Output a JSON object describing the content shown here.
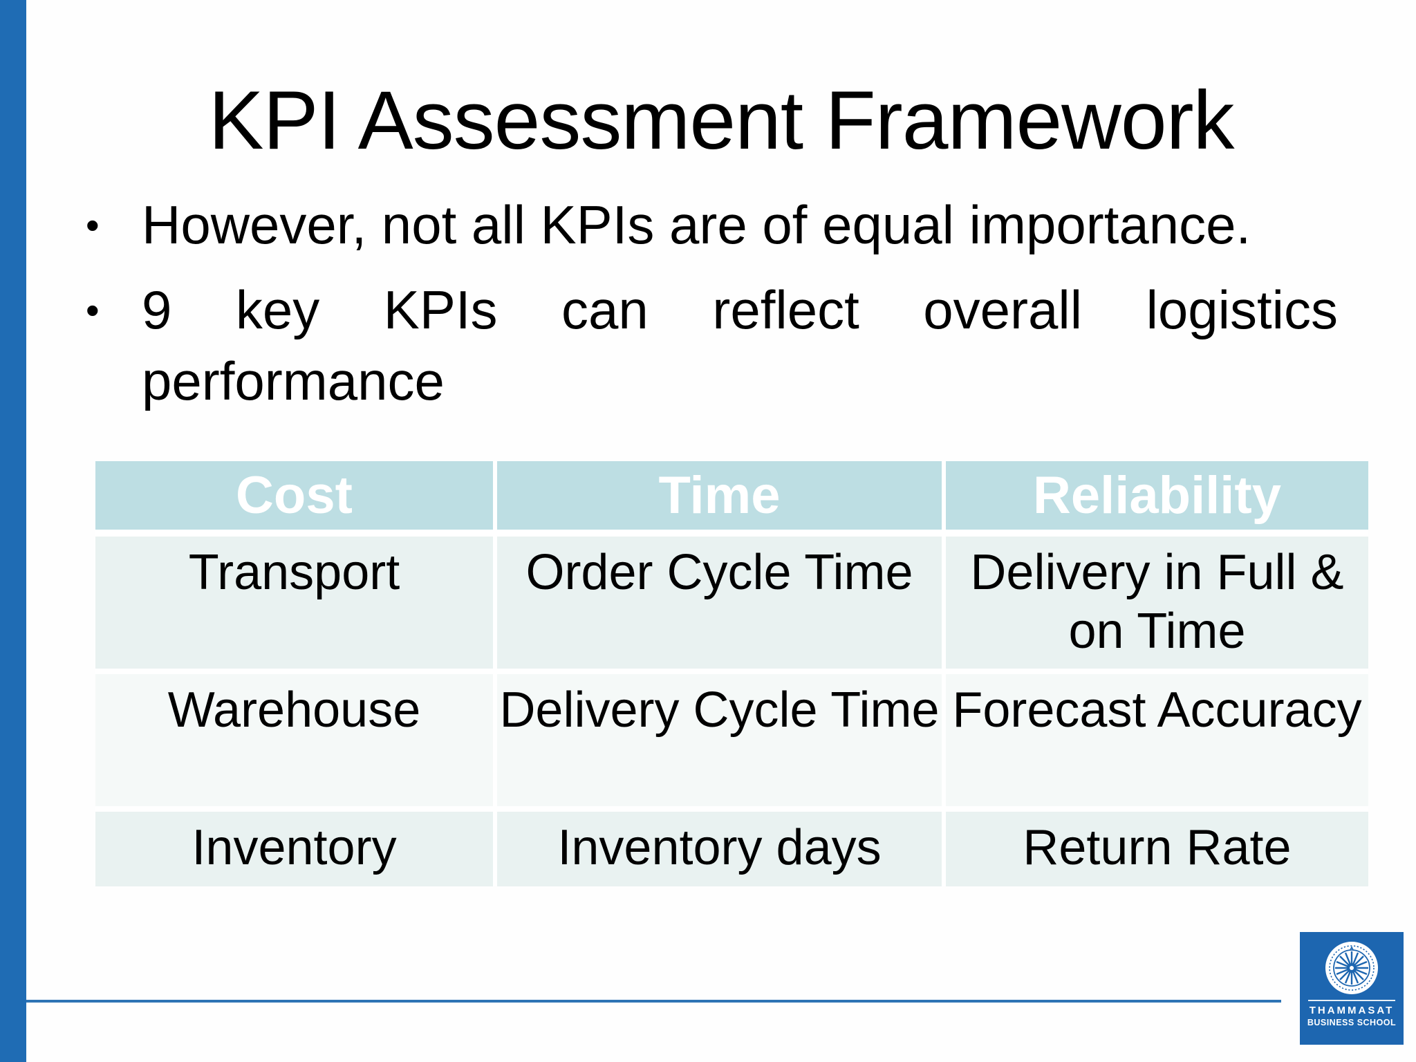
{
  "slide": {
    "title": "KPI Assessment Framework",
    "bullets": [
      "However, not all KPIs are of equal importance.",
      "9 key KPIs can reflect overall logistics performance"
    ],
    "bullet_marker": "•"
  },
  "table": {
    "headers": [
      "Cost",
      "Time",
      "Reliability"
    ],
    "rows": [
      [
        "Transport",
        "Order Cycle Time",
        "Delivery in Full & on Time"
      ],
      [
        "Warehouse",
        "Delivery Cycle Time",
        "Forecast Accuracy"
      ],
      [
        "Inventory",
        "Inventory days",
        "Return Rate"
      ]
    ]
  },
  "logo": {
    "name": "THAMMASAT",
    "subname": "BUSINESS SCHOOL"
  },
  "colors": {
    "accent_blue": "#1f6cb4",
    "divider_blue": "#2e74b5",
    "logo_blue": "#1d66b0",
    "header_bg": "#bddee3",
    "header_text": "#ffffff",
    "row_odd": "#e9f2f1",
    "row_even": "#f5f9f8",
    "body_text": "#000000"
  }
}
